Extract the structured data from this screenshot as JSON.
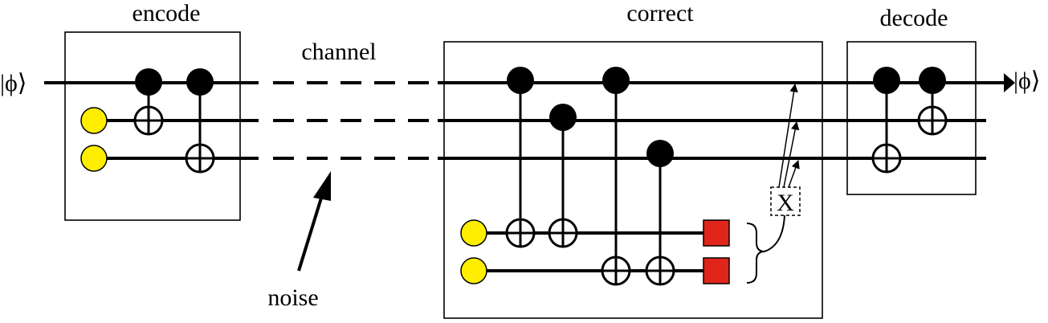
{
  "labels": {
    "encode": "encode",
    "channel": "channel",
    "correct": "correct",
    "decode": "decode",
    "noise": "noise",
    "input_state": "|ϕ⟩",
    "output_state": "|ϕ⟩",
    "error_op": "X"
  },
  "colors": {
    "ancilla": "#ffee00",
    "measurement": "#e0251b",
    "line": "#000000"
  }
}
